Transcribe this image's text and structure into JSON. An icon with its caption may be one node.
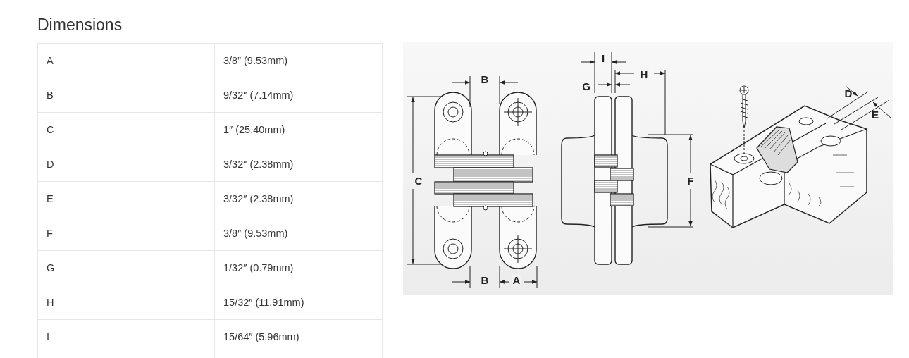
{
  "diagram": {
    "title": "Dimensions",
    "labels": [
      "A",
      "3/8” (9.53mm)",
      "B",
      "9/32″ (7.14mm)",
      "C",
      "1″ (25.40mm)",
      "D",
      "3/32″ (2.38mm)",
      "E",
      "3/32″ (2.38mm)",
      "F",
      "3/8″ (9.53mm)",
      "G",
      "1/32″ (0.79mm)",
      "H",
      "15/32″ (11.91mm)",
      "I",
      "15/64″ (5.96mm)",
      "I",
      "H",
      "B",
      "G",
      "D",
      "E",
      "C",
      "F",
      "B",
      "A"
    ]
  }
}
